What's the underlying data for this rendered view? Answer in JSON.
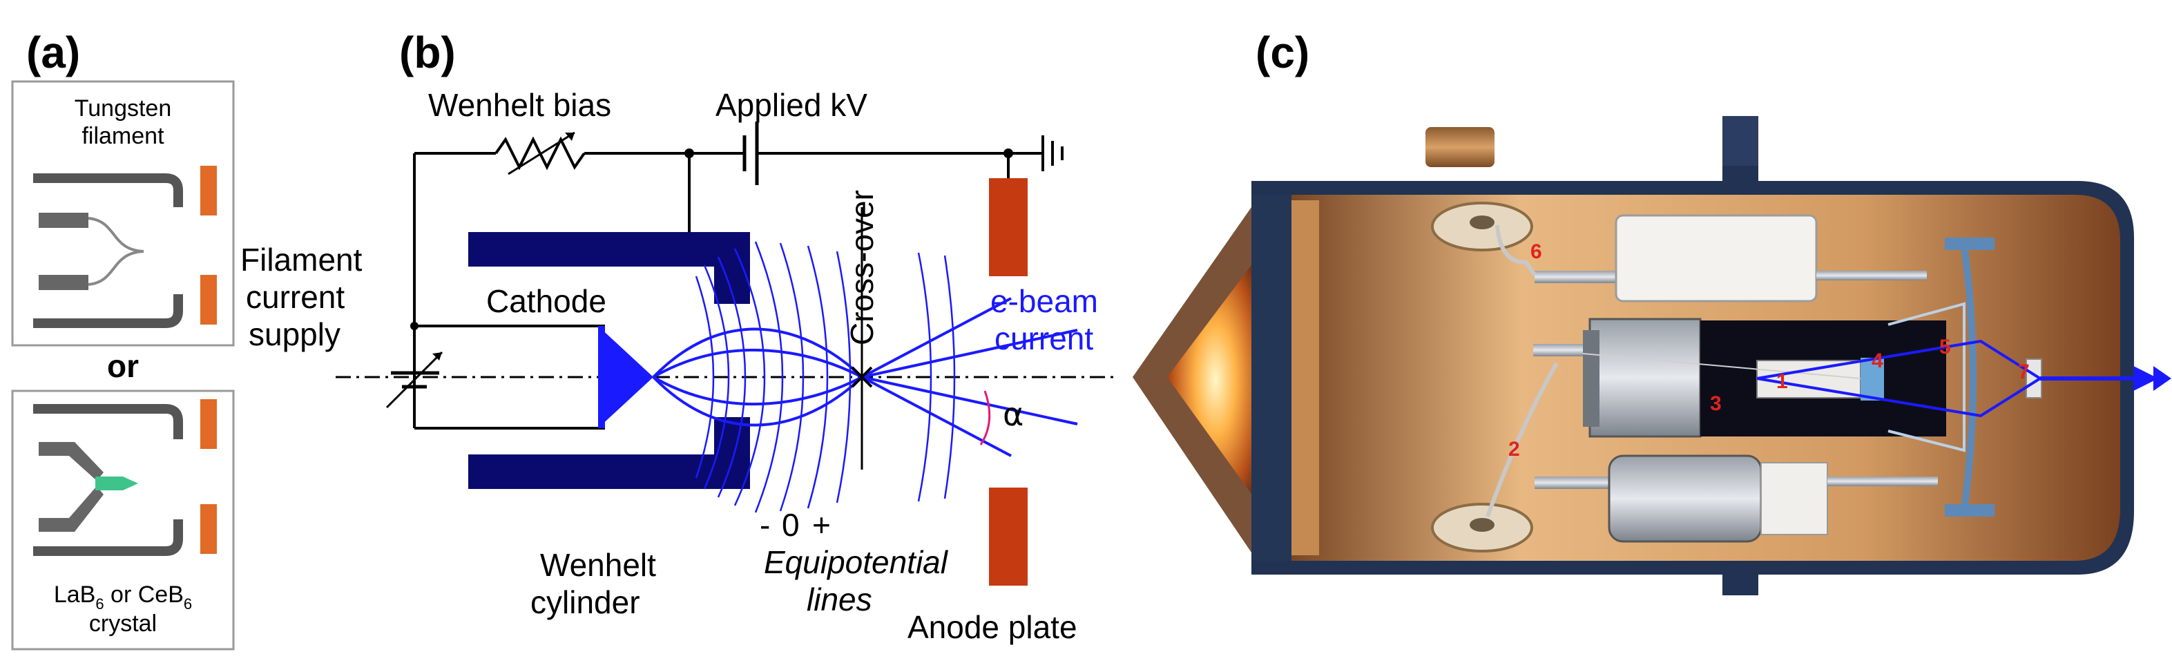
{
  "panels": {
    "a": {
      "letter": "(a)",
      "top_caption_1": "Tungsten",
      "top_caption_2": "filament",
      "or": "or",
      "bottom_caption_1_main": "LaB",
      "bottom_caption_1_sub1": "6",
      "bottom_caption_1_mid": " or CeB",
      "bottom_caption_1_sub2": "6",
      "bottom_caption_2": "crystal"
    },
    "b": {
      "letter": "(b)",
      "wenhelt_bias": "Wenhelt bias",
      "applied_kv": "Applied kV",
      "filament_1": "Filament",
      "filament_2": "current",
      "filament_3": "supply",
      "cathode": "Cathode",
      "crossover": "Cross-over",
      "ebeam_1": "e-beam",
      "ebeam_2": "current",
      "alpha": "α",
      "minus": "-",
      "zero": "0",
      "plus": "+",
      "equip_1": "Equipotential",
      "equip_2": "lines",
      "wenhelt_1": "Wenhelt",
      "wenhelt_2": "cylinder",
      "anode": "Anode plate"
    },
    "c": {
      "letter": "(c)",
      "numbers": [
        "1",
        "2",
        "3",
        "4",
        "5",
        "6",
        "7"
      ]
    }
  },
  "colors": {
    "navy": "#0a0a6e",
    "anode_orange": "#c63a12",
    "beam_blue": "#1a1aff",
    "alpha_pink": "#e0197a",
    "crystal_green": "#3ec48a",
    "photo_red": "#e0241b"
  }
}
